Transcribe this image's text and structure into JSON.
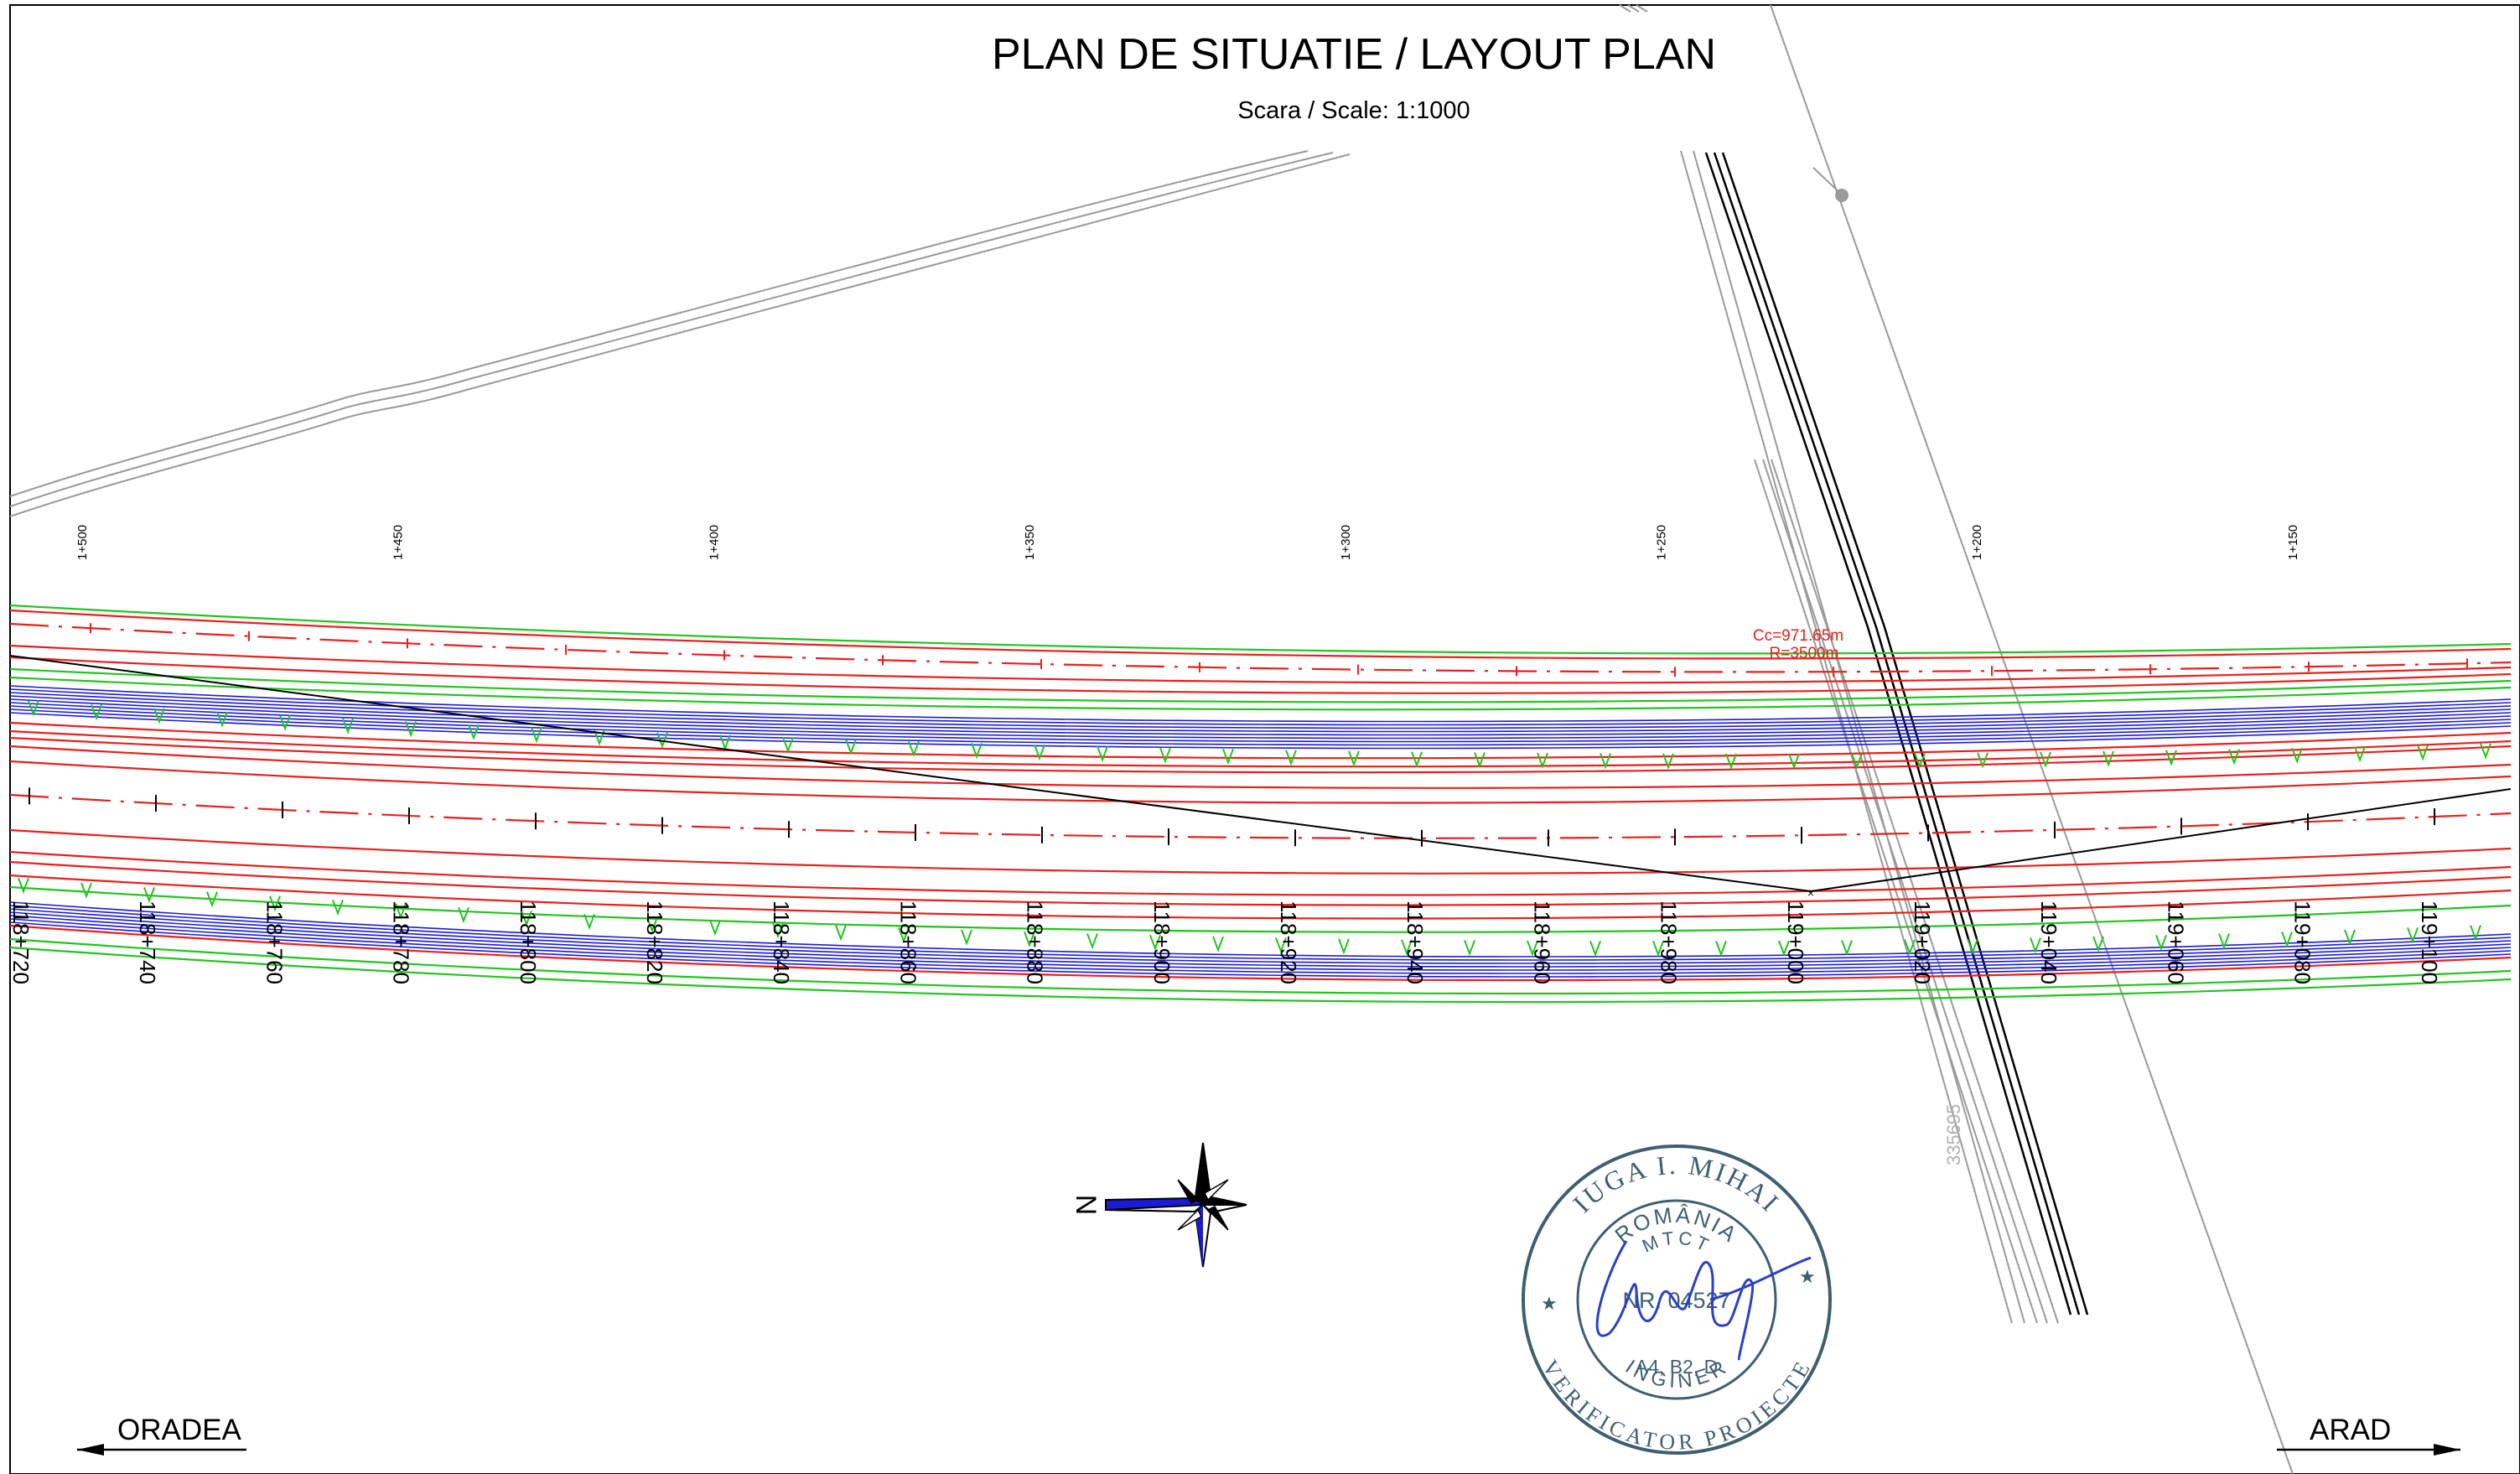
{
  "header": {
    "title": "PLAN DE SITUATIE / LAYOUT PLAN",
    "scale": "Scara / Scale: 1:1000"
  },
  "crossing_road": {
    "chainages": [
      "1+500",
      "1+450",
      "1+400",
      "1+350",
      "1+300",
      "1+250",
      "1+200",
      "1+150"
    ]
  },
  "main_road": {
    "chainages": [
      "118+720",
      "118+740",
      "118+760",
      "118+780",
      "118+800",
      "118+820",
      "118+840",
      "118+860",
      "118+880",
      "118+900",
      "118+920",
      "118+940",
      "118+960",
      "118+980",
      "119+000",
      "119+020",
      "119+040",
      "119+060",
      "119+080",
      "119+100"
    ]
  },
  "curve": {
    "cc": "Cc=971.65m",
    "radius": "R=3500m"
  },
  "parcel_number": "335695",
  "north_label": "N",
  "directions": {
    "left": "ORADEA",
    "right": "ARAD"
  },
  "stamp": {
    "name": "IUGA I. MIHAI",
    "country": "ROMÂNIA",
    "ministry": "MTCT",
    "number": "NR. 04527",
    "classes": "A4, B2, D",
    "role_1": "INGINER",
    "role_2": "VERIFICATOR PROIECTE"
  },
  "colors": {
    "road_lines": "#e8201c",
    "green_edge": "#22c41e",
    "blue_ditch": "#1b1bd6",
    "text": "#000000",
    "curve_text": "#e8201c",
    "stamp_ink": "#3f5f70",
    "signature": "#2a40c8"
  }
}
